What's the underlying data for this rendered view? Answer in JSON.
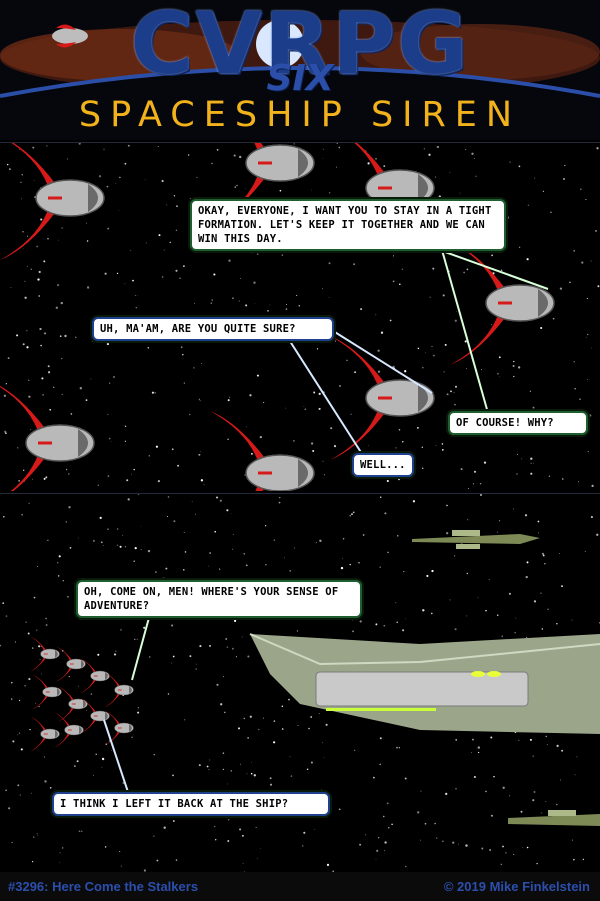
{
  "header": {
    "title": "CVRPG",
    "number": "SIX",
    "subtitle": "SPACESHIP SIREN"
  },
  "panel1": {
    "bubbles": [
      "OKAY, EVERYONE, I WANT YOU TO STAY IN A TIGHT FORMATION. LET'S KEEP IT TOGETHER AND WE CAN WIN THIS DAY.",
      "UH, MA'AM, ARE YOU QUITE SURE?",
      "OF COURSE! WHY?",
      "WELL..."
    ]
  },
  "panel2": {
    "bubbles": [
      "OH, COME ON, MEN! WHERE'S YOUR SENSE OF ADVENTURE?",
      "I THINK I LEFT IT BACK AT THE SHIP?"
    ]
  },
  "footer": {
    "episode": "#3296: Here Come the Stalkers",
    "copyright": "© 2019 Mike Finkelstein"
  },
  "colors": {
    "accent_blue": "#2c4fae",
    "gold": "#f2b21c",
    "ship_red": "#d61a1a",
    "ship_grey": "#b9b9b9"
  }
}
